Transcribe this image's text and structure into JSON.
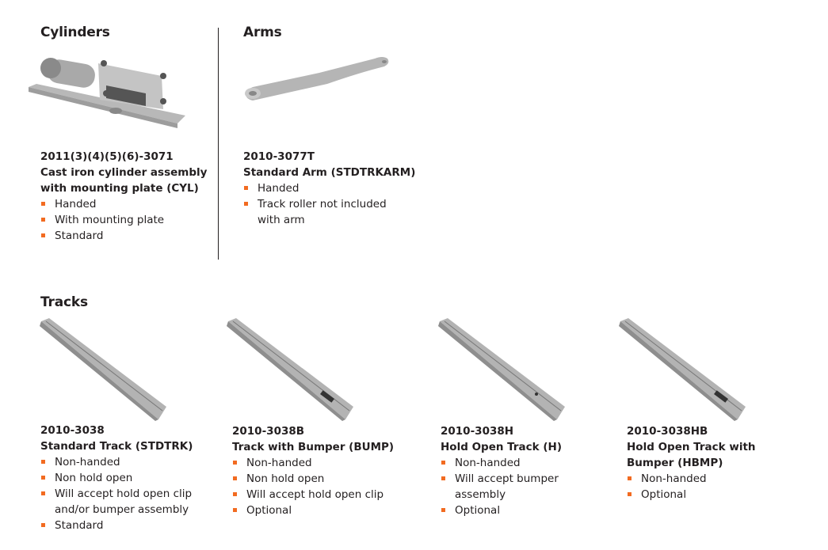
{
  "sections": {
    "cylinders": {
      "heading": "Cylinders",
      "items": [
        {
          "part_number": "2011(3)(4)(5)(6)-3071",
          "title_lines": [
            "Cast iron cylinder assembly",
            "with mounting plate (CYL)"
          ],
          "bullets": [
            "Handed",
            "With mounting plate",
            "Standard"
          ]
        }
      ]
    },
    "arms": {
      "heading": "Arms",
      "items": [
        {
          "part_number": "2010-3077T",
          "title_lines": [
            "Standard Arm (STDTRKARM)"
          ],
          "bullets": [
            "Handed",
            "Track roller not included with arm"
          ]
        }
      ]
    },
    "tracks": {
      "heading": "Tracks",
      "items": [
        {
          "part_number": "2010-3038",
          "title_lines": [
            "Standard Track (STDTRK)"
          ],
          "bullets": [
            "Non-handed",
            "Non hold open",
            "Will accept hold open clip and/or bumper assembly",
            "Standard"
          ]
        },
        {
          "part_number": "2010-3038B",
          "title_lines": [
            "Track with Bumper (BUMP)"
          ],
          "bullets": [
            "Non-handed",
            "Non hold open",
            "Will accept hold open clip",
            "Optional"
          ]
        },
        {
          "part_number": "2010-3038H",
          "title_lines": [
            "Hold Open Track (H)"
          ],
          "bullets": [
            "Non-handed",
            "Will accept bumper assembly",
            "Optional"
          ]
        },
        {
          "part_number": "2010-3038HB",
          "title_lines": [
            "Hold Open Track with",
            "Bumper (HBMP)"
          ],
          "bullets": [
            "Non-handed",
            "Optional"
          ]
        }
      ]
    }
  },
  "colors": {
    "bullet": "#f26b21",
    "text": "#231f20"
  }
}
